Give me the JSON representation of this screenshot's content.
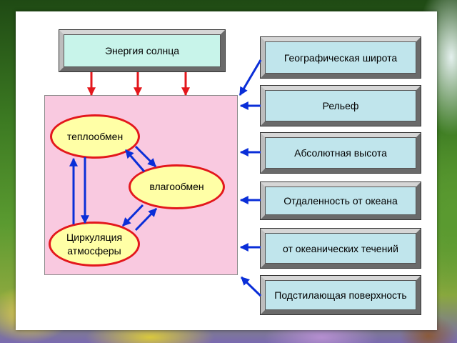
{
  "slide": {
    "source_box": {
      "label": "Энергия солнца"
    },
    "processes": {
      "heat": {
        "label": "теплообмен"
      },
      "moisture": {
        "label": "влагообмен"
      },
      "circulation": {
        "label_line1": "Циркуляция",
        "label_line2": "атмосферы"
      }
    },
    "factors": [
      {
        "label": "Географическая широта"
      },
      {
        "label": "Рельеф"
      },
      {
        "label": "Абсолютная высота"
      },
      {
        "label": "Отдаленность от океана"
      },
      {
        "label": "от океанических течений"
      },
      {
        "label": "Подстилающая поверхность"
      }
    ]
  },
  "colors": {
    "panel": "#f9c9e0",
    "source_fill": "#c8f4ea",
    "factor_fill": "#c0e5ec",
    "process_fill": "#ffffa6",
    "process_border": "#e3171c",
    "sun_arrow": "#e3171c",
    "link_arrow": "#0a2ed8"
  }
}
